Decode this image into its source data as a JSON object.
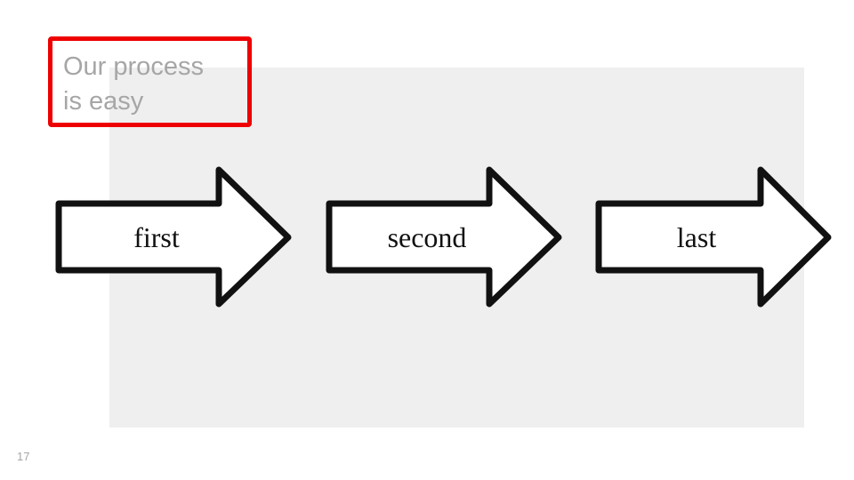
{
  "slide": {
    "title": "Our process\nis easy",
    "page_number": "17"
  },
  "process_steps": [
    {
      "label": "first"
    },
    {
      "label": "second"
    },
    {
      "label": "last"
    }
  ],
  "colors": {
    "highlight_border": "#ee0000",
    "title_text": "#a6a6a6",
    "panel_background": "#efefef",
    "arrow_outline": "#111111"
  }
}
